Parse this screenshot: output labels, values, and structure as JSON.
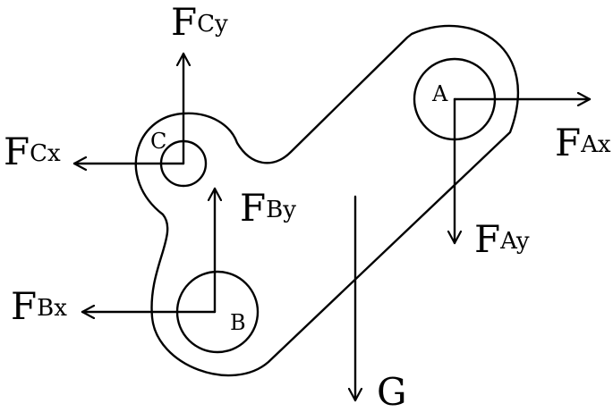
{
  "points": {
    "A": "A",
    "B": "B",
    "C": "C"
  },
  "forces": {
    "FCy": {
      "main": "F",
      "sub": "Cy"
    },
    "FCx": {
      "main": "F",
      "sub": "Cx"
    },
    "FBy": {
      "main": "F",
      "sub": "By"
    },
    "FBx": {
      "main": "F",
      "sub": "Bx"
    },
    "FAx": {
      "main": "F",
      "sub": "Ax"
    },
    "FAy": {
      "main": "F",
      "sub": "Ay"
    },
    "G": {
      "main": "G",
      "sub": ""
    }
  },
  "colors": {
    "stroke": "#000000",
    "background": "#ffffff"
  }
}
